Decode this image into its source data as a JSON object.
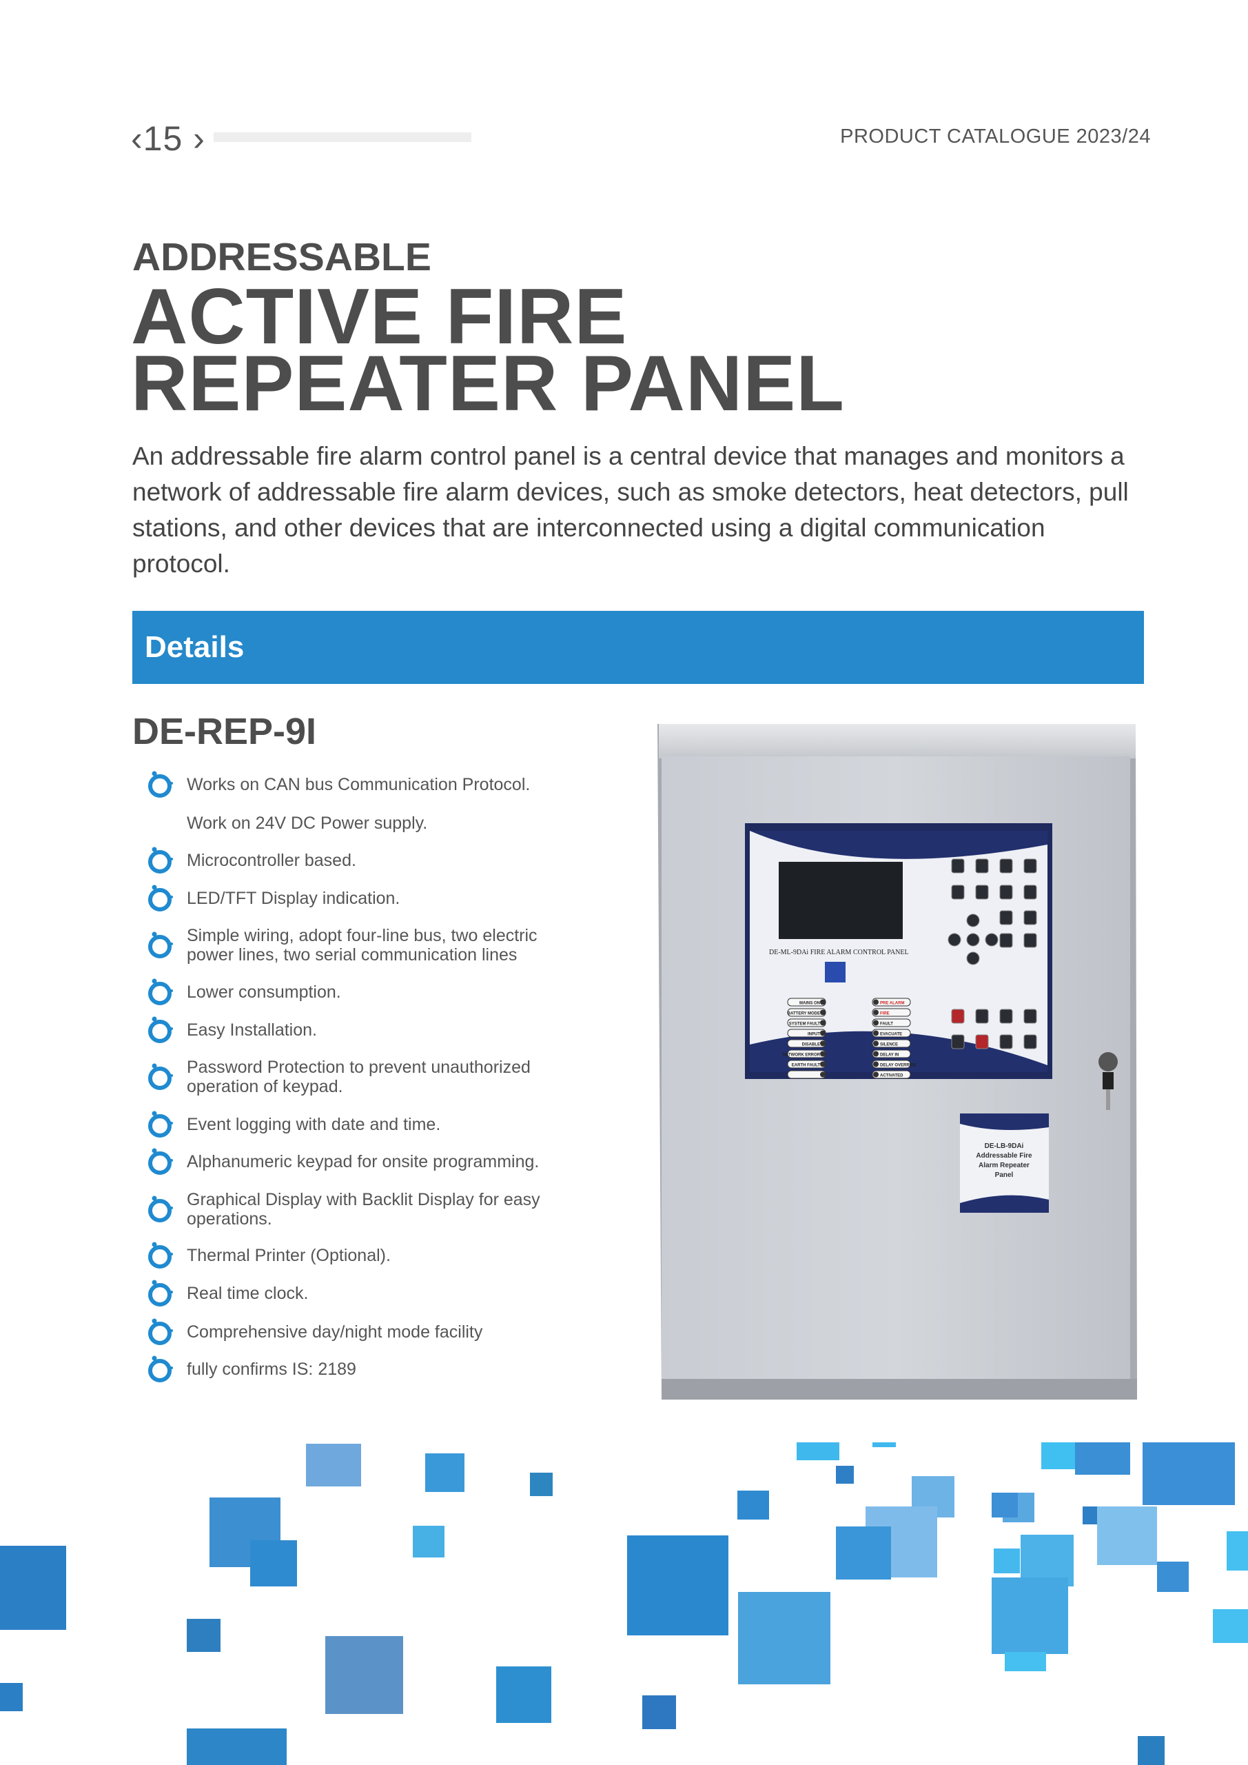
{
  "header": {
    "page_number": "‹15 ›",
    "catalogue": "PRODUCT CATALOGUE 2023/24"
  },
  "title": {
    "supertitle": "ADDRESSABLE",
    "line1": "ACTIVE FIRE",
    "line2": "REPEATER PANEL"
  },
  "description": "An addressable fire alarm control panel is a central device that manages and monitors a network of addressable fire alarm devices, such as smoke detectors, heat detectors, pull stations, and other devices that are interconnected using a digital communication protocol.",
  "section": {
    "label": "Details"
  },
  "product": {
    "model": "DE-REP-9I",
    "features": [
      {
        "text": "Works on CAN bus Communication Protocol.",
        "icon": true
      },
      {
        "text": "Work on 24V DC Power supply.",
        "icon": false
      },
      {
        "text": "Microcontroller based.",
        "icon": true
      },
      {
        "text": "LED/TFT Display indication.",
        "icon": true
      },
      {
        "text": "Simple wiring, adopt four-line bus, two electric power lines, two serial communication lines",
        "icon": true
      },
      {
        "text": "Lower consumption.",
        "icon": true
      },
      {
        "text": "Easy Installation.",
        "icon": true
      },
      {
        "text": "Password Protection to prevent unauthorized operation of keypad.",
        "icon": true
      },
      {
        "text": "Event logging with date and time.",
        "icon": true
      },
      {
        "text": "Alphanumeric keypad for onsite programming.",
        "icon": true
      },
      {
        "text": "Graphical Display with Backlit Display for easy operations.",
        "icon": true
      },
      {
        "text": "Thermal Printer (Optional).",
        "icon": true
      },
      {
        "text": "Real time clock.",
        "icon": true
      },
      {
        "text": "Comprehensive day/night mode facility",
        "icon": true
      },
      {
        "text": "fully confirms IS: 2189",
        "icon": true
      }
    ]
  },
  "photo": {
    "panel_label": "DE-ML-9DAi FIRE ALARM CONTROL PANEL",
    "leds_left": [
      "MAINS ON",
      "BATTERY MODE",
      "SYSTEM FAULT",
      "INPUT",
      "DISABLE",
      "NETWORK ERROR",
      "EARTH FAULT",
      ""
    ],
    "leds_right": [
      "PRE ALARM",
      "FIRE",
      "FAULT",
      "EVACUATE",
      "SILENCE",
      "DELAY IN",
      "DELAY OVERRIDE",
      "ACTIVATED"
    ],
    "placard": [
      "DE-LB-9DAi",
      "Addressable Fire",
      "Alarm Repeater",
      "Panel"
    ]
  },
  "colors": {
    "accent": "#2589cb",
    "text": "#4d4d4d"
  }
}
